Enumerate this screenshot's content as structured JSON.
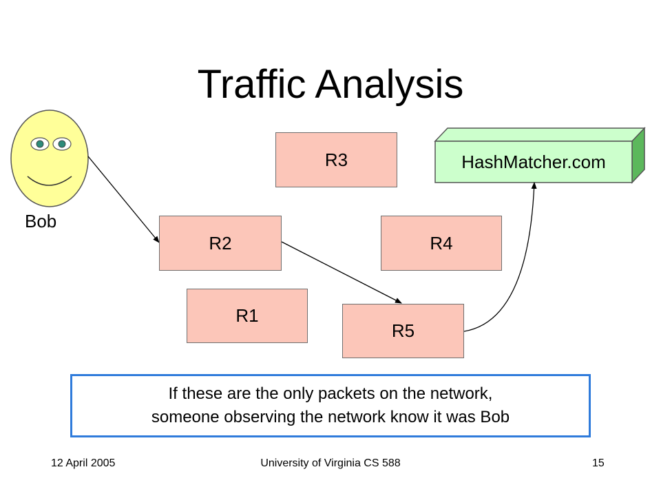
{
  "slide": {
    "title": "Traffic Analysis",
    "sender_label": "Bob",
    "server_label": "HashMatcher.com",
    "routers": {
      "r1": "R1",
      "r2": "R2",
      "r3": "R3",
      "r4": "R4",
      "r5": "R5"
    },
    "note": {
      "line1": "If these are the only packets on the network,",
      "line2": "someone observing the network know it was Bob"
    },
    "footer": {
      "date": "12 April 2005",
      "course": "University of Virginia CS 588",
      "page_number": "15"
    },
    "colors": {
      "router_fill": "#fcc6b9",
      "server_fill": "#ccffcc",
      "face_fill": "#ffff99",
      "eye_fill": "#2e8b7a",
      "note_border": "#2f7bdb"
    },
    "icons": [
      "smiley-face-icon",
      "server-box-icon"
    ]
  }
}
